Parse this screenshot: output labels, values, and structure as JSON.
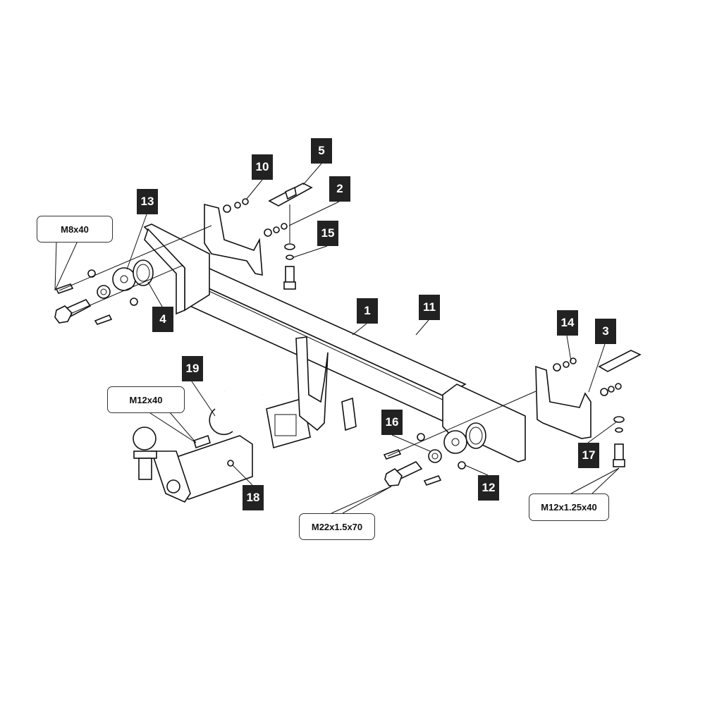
{
  "part_numbers": [
    "1",
    "2",
    "3",
    "4",
    "5",
    "10",
    "11",
    "12",
    "13",
    "14",
    "15",
    "16",
    "17",
    "18",
    "19"
  ],
  "callouts": {
    "m8": "M8x40",
    "m12": "M12x40",
    "m22": "M22x1.5x70",
    "m12f": "M12x1.25x40"
  }
}
